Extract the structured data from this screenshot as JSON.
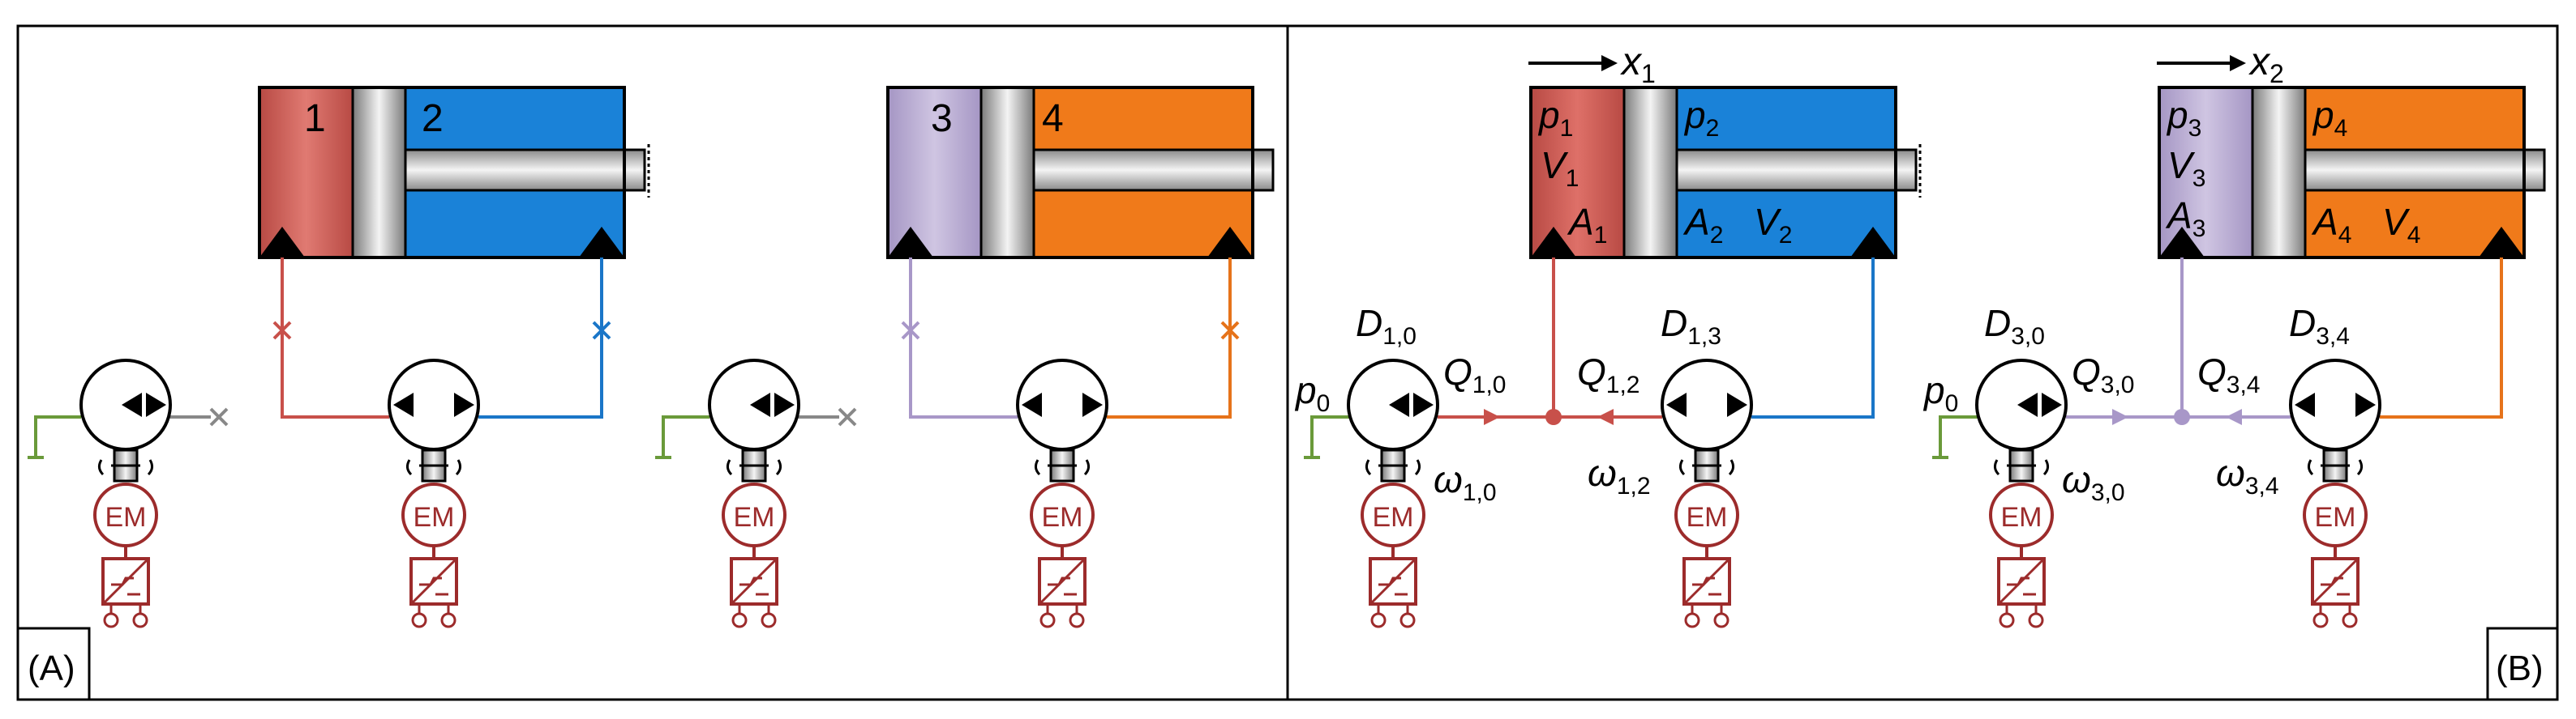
{
  "panels": {
    "a_label": "(A)",
    "b_label": "(B)"
  },
  "chambers": {
    "c1": "1",
    "c2": "2",
    "c3": "3",
    "c4": "4"
  },
  "motor_label": "EM",
  "symbols": {
    "x1": "x",
    "x1_sub": "1",
    "x2": "x",
    "x2_sub": "2",
    "p1": "p",
    "p1_sub": "1",
    "V1": "V",
    "V1_sub": "1",
    "A1": "A",
    "A1_sub": "1",
    "p2": "p",
    "p2_sub": "2",
    "A2": "A",
    "A2_sub": "2",
    "V2": "V",
    "V2_sub": "2",
    "p3": "p",
    "p3_sub": "3",
    "V3": "V",
    "V3_sub": "3",
    "A3": "A",
    "A3_sub": "3",
    "p4": "p",
    "p4_sub": "4",
    "A4": "A",
    "A4_sub": "4",
    "V4": "V",
    "V4_sub": "4",
    "D10": "D",
    "D10_sub": "1,0",
    "D13": "D",
    "D13_sub": "1,3",
    "D30": "D",
    "D30_sub": "3,0",
    "D34": "D",
    "D34_sub": "3,4",
    "Q10": "Q",
    "Q10_sub": "1,0",
    "Q12": "Q",
    "Q12_sub": "1,2",
    "Q30": "Q",
    "Q30_sub": "3,0",
    "Q34": "Q",
    "Q34_sub": "3,4",
    "w10": "ω",
    "w10_sub": "1,0",
    "w12": "ω",
    "w12_sub": "1,2",
    "w30": "ω",
    "w30_sub": "3,0",
    "w34": "ω",
    "w34_sub": "3,4",
    "p0a": "p",
    "p0a_sub": "0",
    "p0b": "p",
    "p0b_sub": "0"
  },
  "colors": {
    "chamber1": "#c8605a",
    "chamber2": "#1a82d8",
    "chamber3": "#b3a6cc",
    "chamber4": "#f07a1a",
    "line1": "#c8504a",
    "line2": "#1a76c8",
    "line3": "#a897c8",
    "line4": "#e6731a",
    "tank": "#6a9a3a",
    "motor": "#9c2b2b",
    "exhaust": "#888888"
  }
}
